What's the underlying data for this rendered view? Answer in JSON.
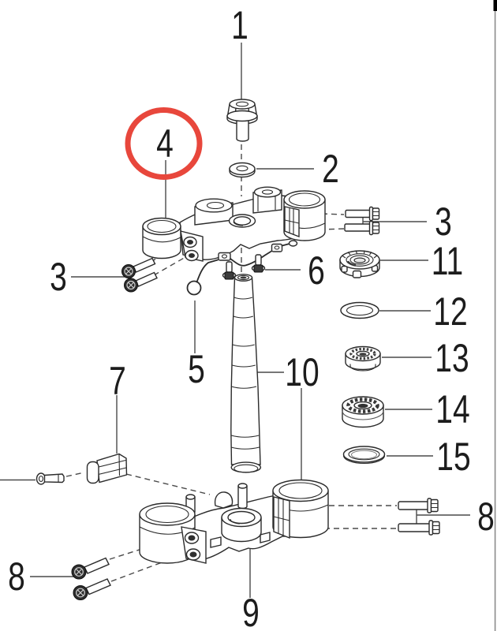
{
  "diagram": {
    "highlight_color": "#e8473c",
    "callouts": {
      "c1": "1",
      "c2": "2",
      "c3_right": "3",
      "c3_left": "3",
      "c4": "4",
      "c5": "5",
      "c6": "6",
      "c7": "7",
      "c8_left": "8",
      "c8_right": "8",
      "c9": "9",
      "c10": "10",
      "c11": "11",
      "c12": "12",
      "c13": "13",
      "c14": "14",
      "c15": "15"
    }
  }
}
